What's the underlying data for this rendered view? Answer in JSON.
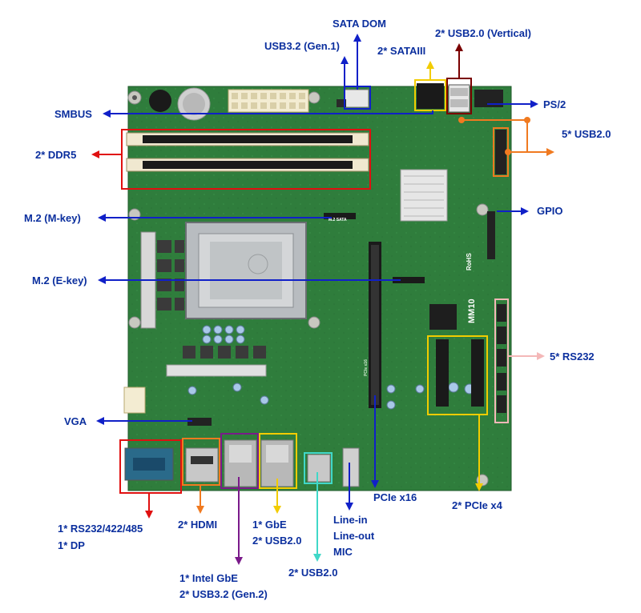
{
  "colors": {
    "label": "#0b2f9e",
    "pcb": "#2f7d3c",
    "blue_arrow": "#1020c8",
    "red": "#e01010",
    "dark_red": "#7a0000",
    "yellow": "#f2cc00",
    "orange": "#f07a20",
    "purple": "#7a1a8a",
    "cyan": "#40d8c8",
    "pink": "#f4b8b8"
  },
  "labels": {
    "sata_dom": "SATA DOM",
    "usb32_gen1": "USB3.2 (Gen.1)",
    "sataiii": "2* SATAIII",
    "usb20_vertical": "2* USB2.0 (Vertical)",
    "smbus": "SMBUS",
    "ps2": "PS/2",
    "usb20_5": "5* USB2.0",
    "ddr5": "2* DDR5",
    "gpio": "GPIO",
    "m2_mkey": "M.2 (M-key)",
    "m2_ekey": "M.2 (E-key)",
    "rs232_5": "5* RS232",
    "vga": "VGA",
    "pcie_x16": "PCIe x16",
    "pcie_x4": "2* PCIe x4",
    "hdmi": "2* HDMI",
    "rs232_combo": "1* RS232/422/485",
    "dp": "1* DP",
    "gbe": "1* GbE",
    "gbe_usb": "2* USB2.0",
    "audio_in": "Line-in",
    "audio_out": "Line-out",
    "audio_mic": "MIC",
    "rear_usb20": "2* USB2.0",
    "intel_gbe": "1* Intel GbE",
    "intel_usb32": "2* USB3.2 (Gen.2)"
  },
  "board": {
    "chip_markings": [
      "M.2 SATA",
      "MM10",
      "RoHS",
      "PCIe x16"
    ]
  }
}
